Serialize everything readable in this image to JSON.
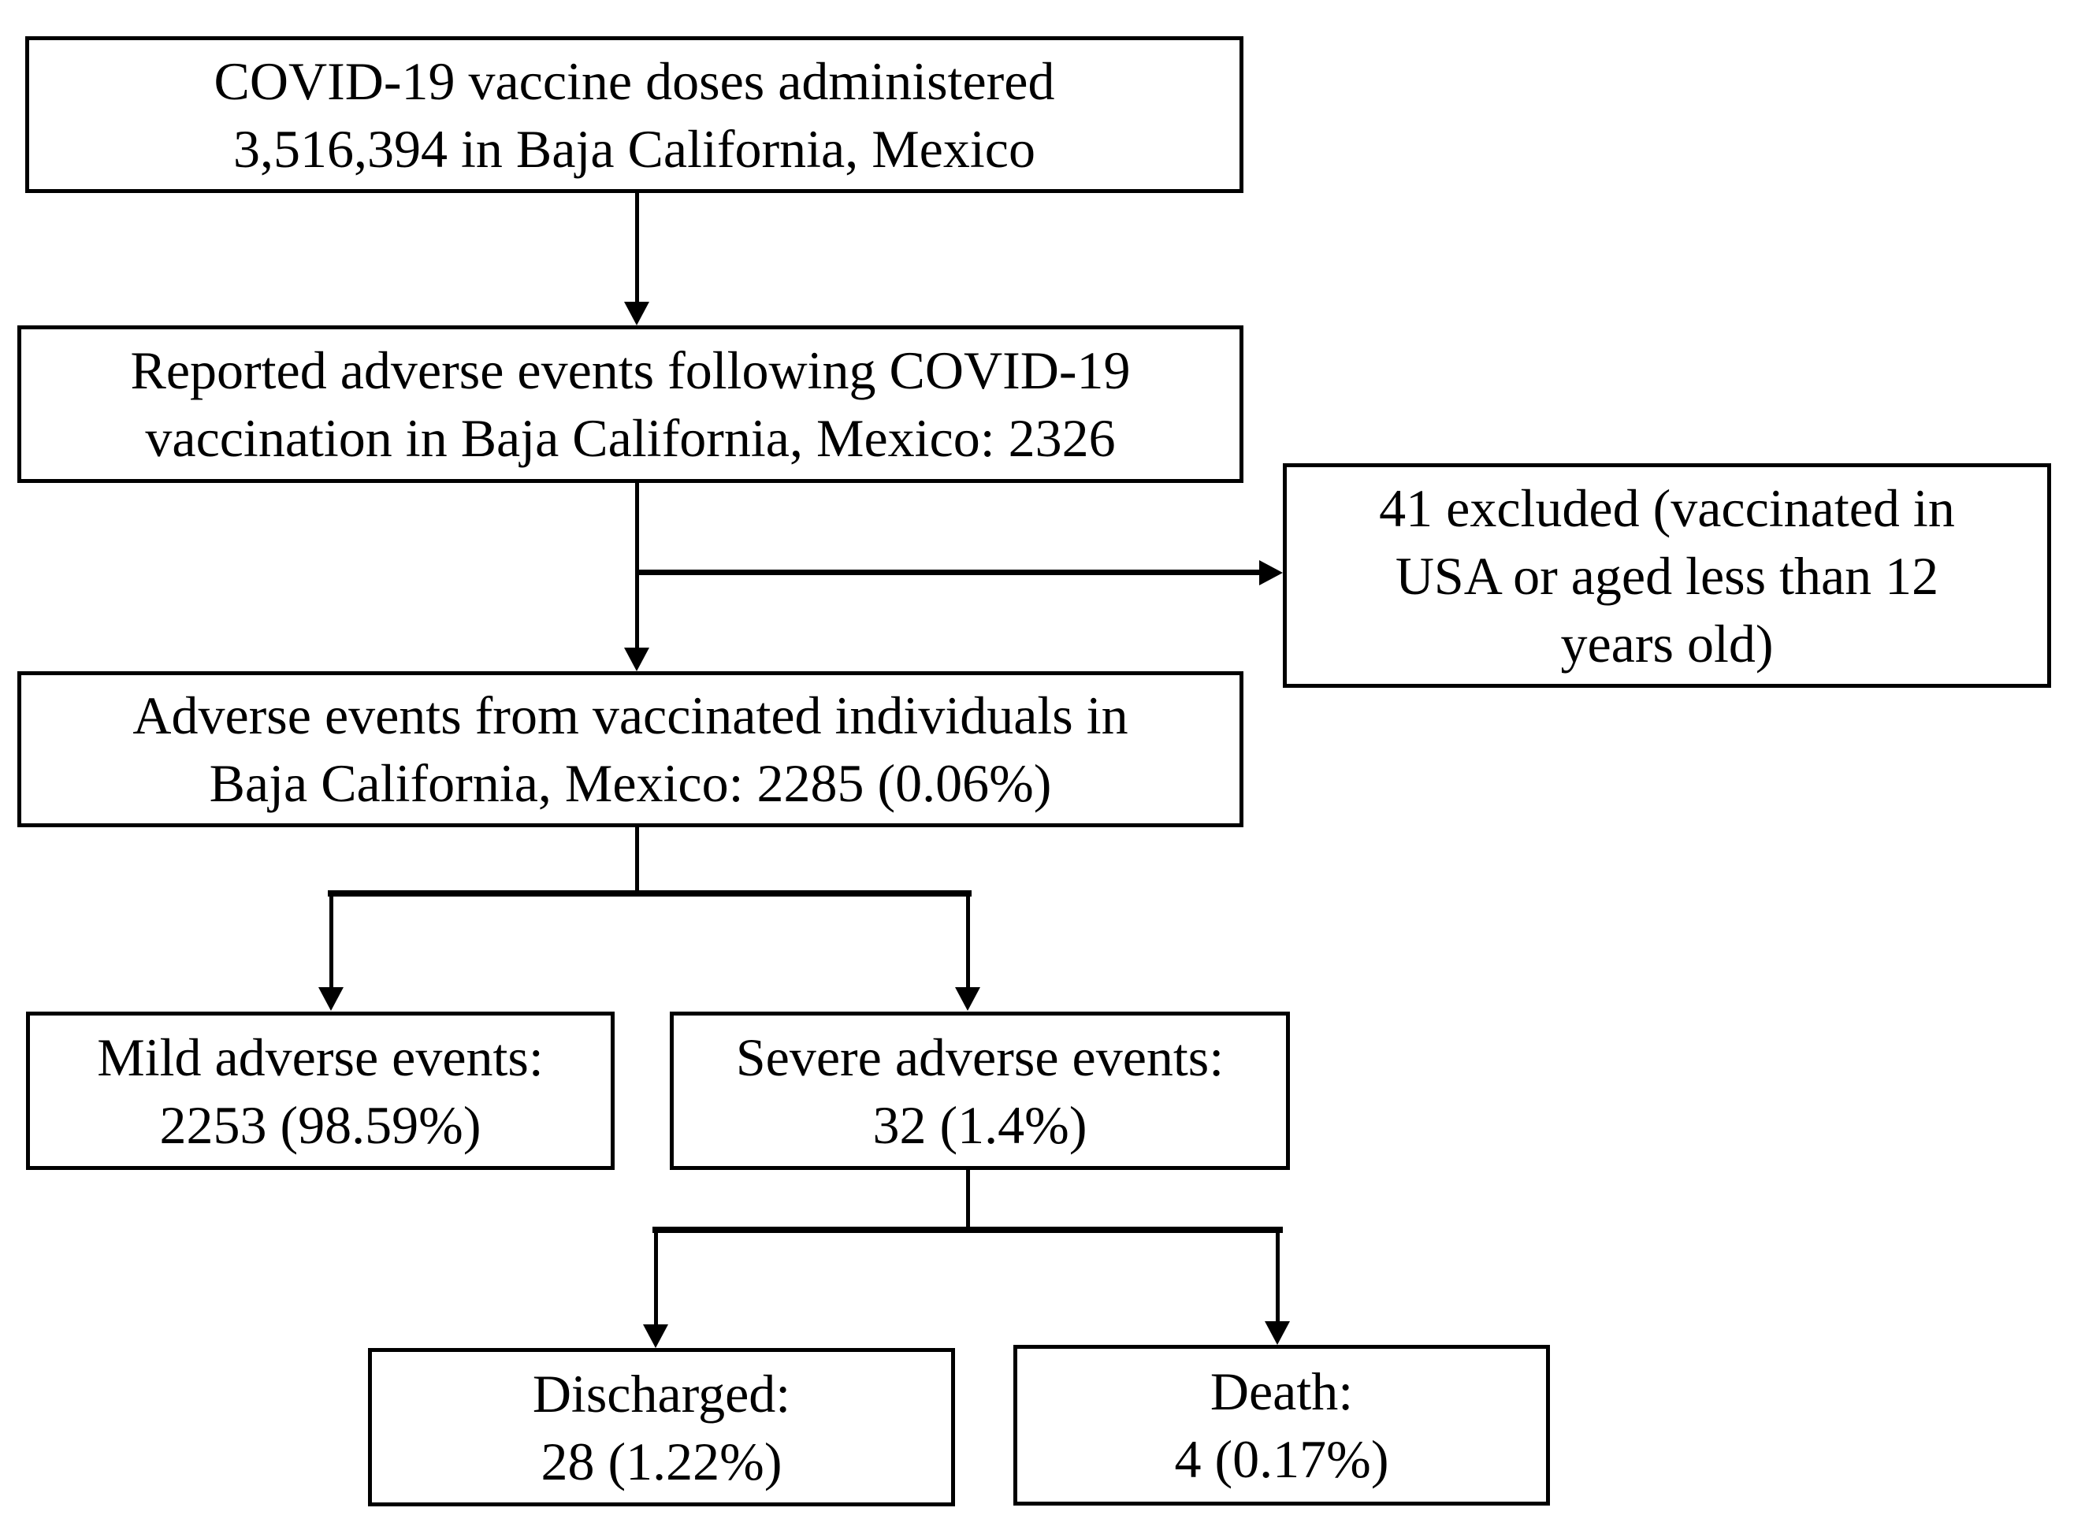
{
  "flowchart": {
    "colors": {
      "line": "#000000",
      "box_background": "#ffffff",
      "text": "#000000",
      "page_background": "#ffffff"
    },
    "nodes": {
      "doses": {
        "lines": [
          "COVID-19 vaccine doses administered",
          "3,516,394 in Baja California, Mexico"
        ]
      },
      "reported": {
        "lines": [
          "Reported adverse events following COVID-19",
          "vaccination in Baja California, Mexico: 2326"
        ]
      },
      "excluded": {
        "lines": [
          "41 excluded (vaccinated in",
          "USA or aged less than 12",
          "years old)"
        ]
      },
      "included": {
        "lines": [
          "Adverse events from vaccinated individuals in",
          "Baja California, Mexico: 2285 (0.06%)"
        ]
      },
      "mild": {
        "lines": [
          "Mild adverse events:",
          "2253 (98.59%)"
        ]
      },
      "severe": {
        "lines": [
          "Severe adverse events:",
          "32 (1.4%)"
        ]
      },
      "discharged": {
        "lines": [
          "Discharged:",
          "28 (1.22%)"
        ]
      },
      "death": {
        "lines": [
          "Death:",
          "4 (0.17%)"
        ]
      }
    },
    "figures": {
      "doses_administered": "3,516,394",
      "reported_adverse_events": "2326",
      "excluded_count": "41",
      "included_adverse_events": "2285 (0.06%)",
      "mild_adverse_events": "2253 (98.59%)",
      "severe_adverse_events": "32 (1.4%)",
      "discharged": "28 (1.22%)",
      "death": "4 (0.17%)"
    }
  }
}
